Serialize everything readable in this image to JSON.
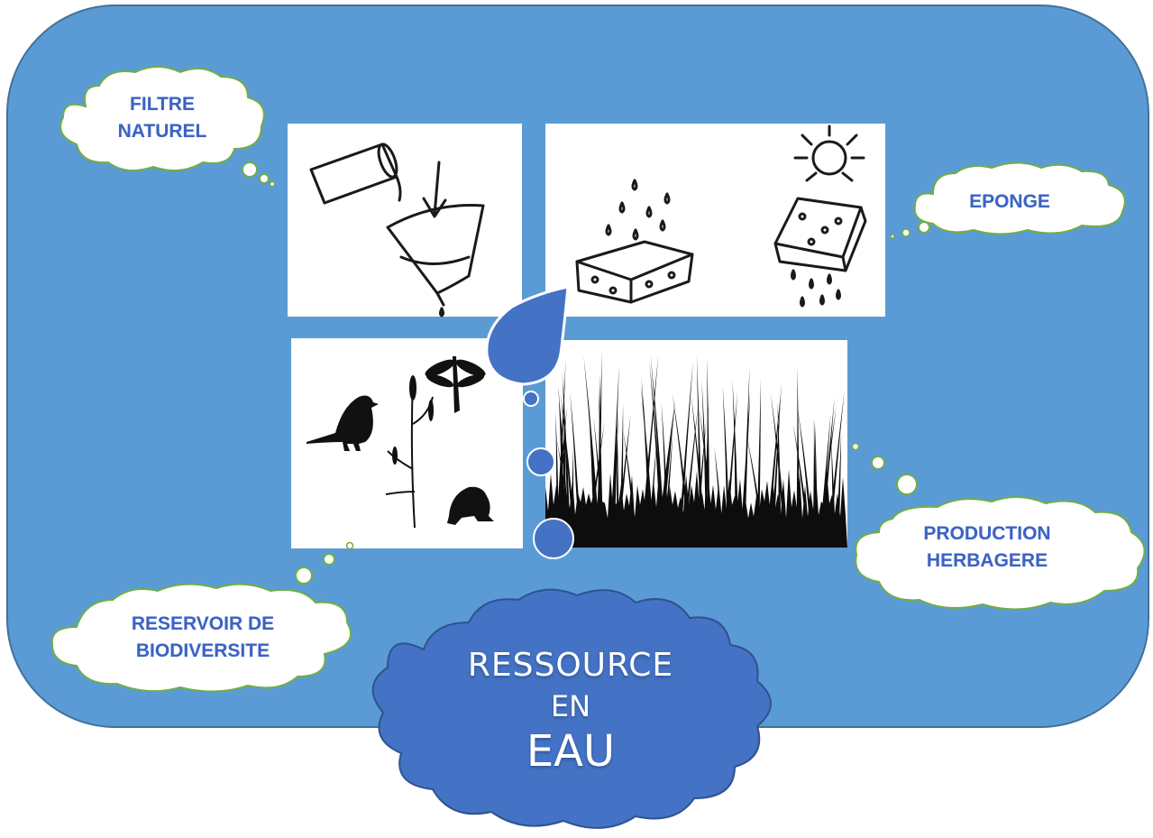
{
  "colors": {
    "panel": "#5b9bd5",
    "panel_border": "#41719c",
    "drop": "#4472c4",
    "cloud_fill": "#ffffff",
    "cloud_border": "#70ad47",
    "label_text": "#3b63c4",
    "main_cloud": "#4472c4"
  },
  "clouds": {
    "filtre": {
      "line1": "FILTRE",
      "line2": "NATUREL"
    },
    "eponge": {
      "line1": "EPONGE"
    },
    "reservoir": {
      "line1": "RESERVOIR DE",
      "line2": "BIODIVERSITE"
    },
    "production": {
      "line1": "PRODUCTION",
      "line2": "HERBAGERE"
    }
  },
  "main": {
    "line1": "RESSOURCE",
    "line2": "EN",
    "line3": "EAU"
  },
  "images": {
    "filter": "filter-sketch",
    "sponge": "sponge-sketch",
    "wildlife": "wildlife-silhouettes",
    "grass": "grass-silhouette"
  }
}
